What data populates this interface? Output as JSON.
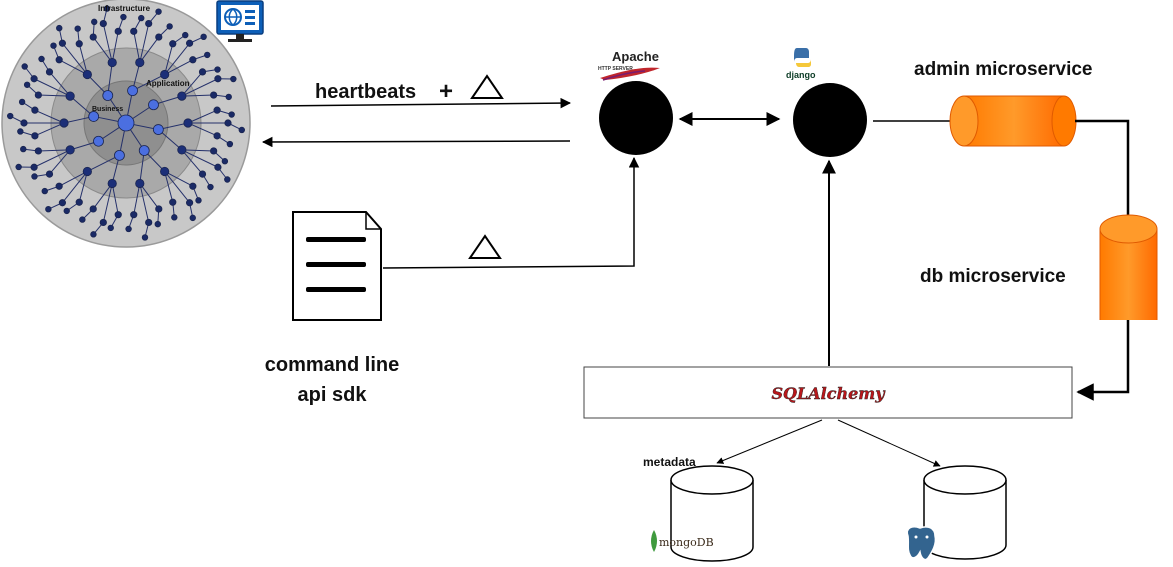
{
  "diagram": {
    "ecosystem": {
      "ring_outer_label": "Infrastructure",
      "ring_middle_label": "Application",
      "ring_inner_label": "Business"
    },
    "labels": {
      "heartbeats": "heartbeats",
      "plus": "+",
      "admin_microservice": "admin microservice",
      "db_microservice": "db microservice",
      "cli_line1": "command line",
      "cli_line2": "api sdk",
      "metadata": "metadata"
    },
    "logos": {
      "apache_title": "Apache",
      "apache_sub": "HTTP SERVER",
      "django": "django",
      "sqlalchemy": "SQLAlchemy",
      "mongodb": "mongoDB"
    }
  }
}
